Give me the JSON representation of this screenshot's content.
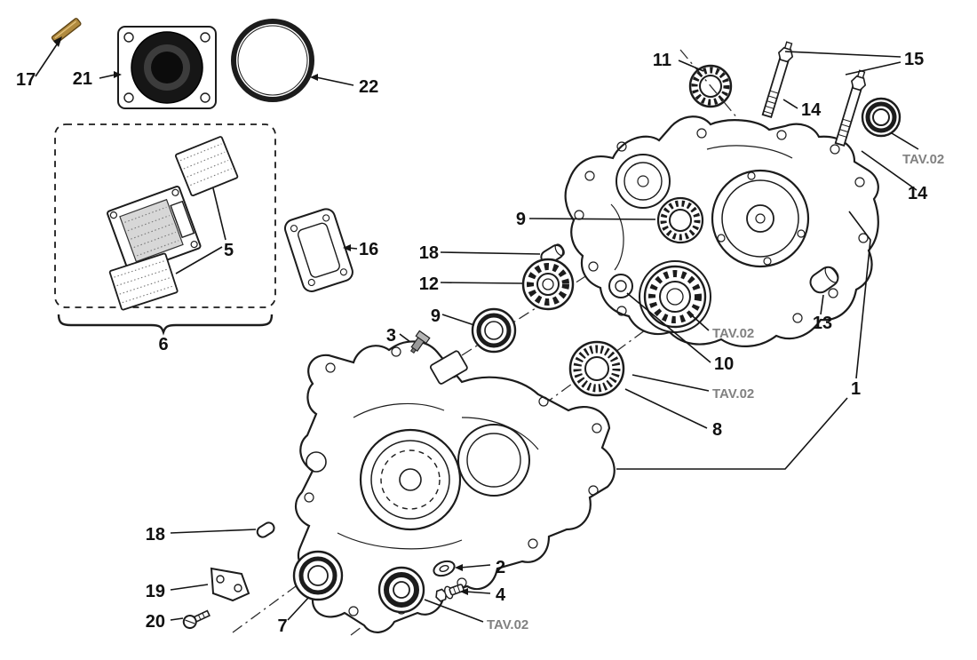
{
  "labels": {
    "p1": "1",
    "p2": "2",
    "p3": "3",
    "p4": "4",
    "p5": "5",
    "p6": "6",
    "p7": "7",
    "p8": "8",
    "p9": "9",
    "p10": "10",
    "p11": "11",
    "p12": "12",
    "p13": "13",
    "p14": "14",
    "p15": "15",
    "p16": "16",
    "p17": "17",
    "p18": "18",
    "p19": "19",
    "p20": "20",
    "p21": "21",
    "p22": "22"
  },
  "crossref": {
    "tav": "TAV.02"
  },
  "colors": {
    "line": "#1c1c1c",
    "crossref_text": "#818181",
    "pin_brass": "#b08a3e",
    "flange_body": "#d8cfae",
    "seal_rubber": "#161616",
    "texture_gray": "#dcdcdc"
  }
}
